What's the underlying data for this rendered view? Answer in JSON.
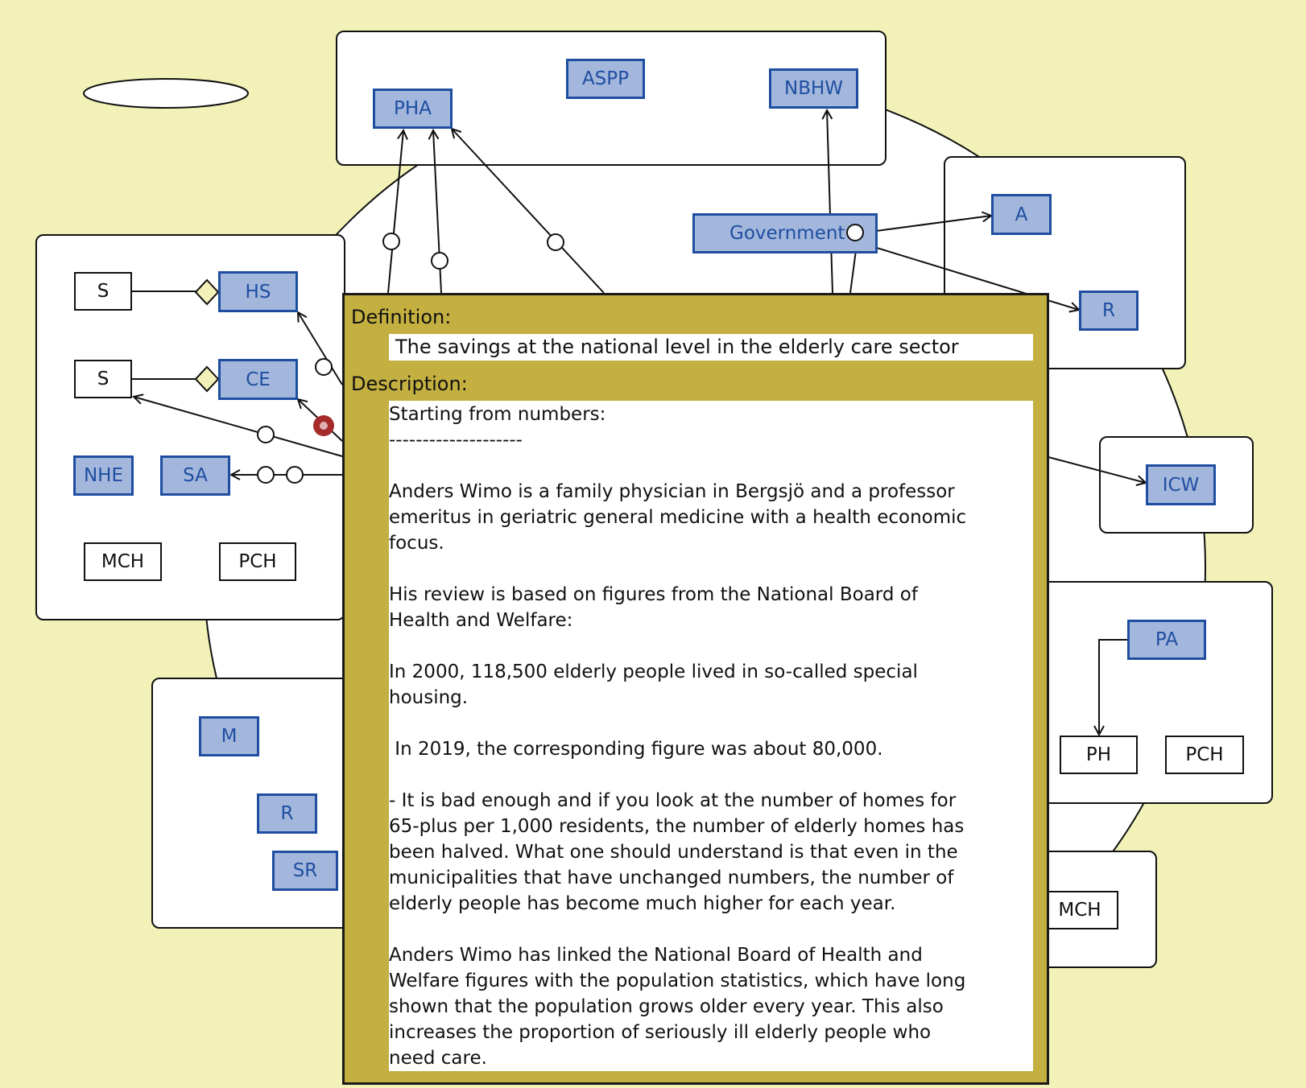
{
  "colors": {
    "background": "#f2f2b8",
    "node_fill": "#a3b7dd",
    "node_border": "#1f4ea0",
    "popup": "#c4b040",
    "error_marker": "#a52a2a"
  },
  "diagram": {
    "top_group": {
      "nodes": [
        "PHA",
        "ASPP",
        "NBHW"
      ]
    },
    "left_group": {
      "nodes": [
        "S",
        "HS",
        "S",
        "CE",
        "NHE",
        "SA",
        "MCH",
        "PCH"
      ]
    },
    "government": "Government",
    "right_group": {
      "nodes": [
        "A",
        "R"
      ]
    },
    "icw_group": {
      "nodes": [
        "ICW"
      ]
    },
    "pa_group": {
      "nodes": [
        "PA",
        "PH",
        "PCH"
      ]
    },
    "bottom_left_group": {
      "nodes": [
        "M",
        "R",
        "SR"
      ]
    },
    "bottom_right_group": {
      "nodes": [
        "MCH"
      ]
    }
  },
  "popup": {
    "definition_label": "Definition:",
    "definition": "The savings at the national level in the elderly care sector",
    "description_label": "Description:",
    "description": "Starting from numbers:\n--------------------\n\nAnders Wimo is a family physician in Bergsjö and a professor\nemeritus in geriatric general medicine with a health economic\nfocus.\n\nHis review is based on figures from the National Board of\nHealth and Welfare:\n\nIn 2000, 118,500 elderly people lived in so-called special\nhousing.\n\n In 2019, the corresponding figure was about 80,000.\n\n- It is bad enough and if you look at the number of homes for\n65-plus per 1,000 residents, the number of elderly homes has\nbeen halved. What one should understand is that even in the\nmunicipalities that have unchanged numbers, the number of\nelderly people has become much higher for each year.\n\nAnders Wimo has linked the National Board of Health and\nWelfare figures with the population statistics, which have long\nshown that the population grows older every year. This also\nincreases the proportion of seriously ill elderly people who\nneed care."
  }
}
